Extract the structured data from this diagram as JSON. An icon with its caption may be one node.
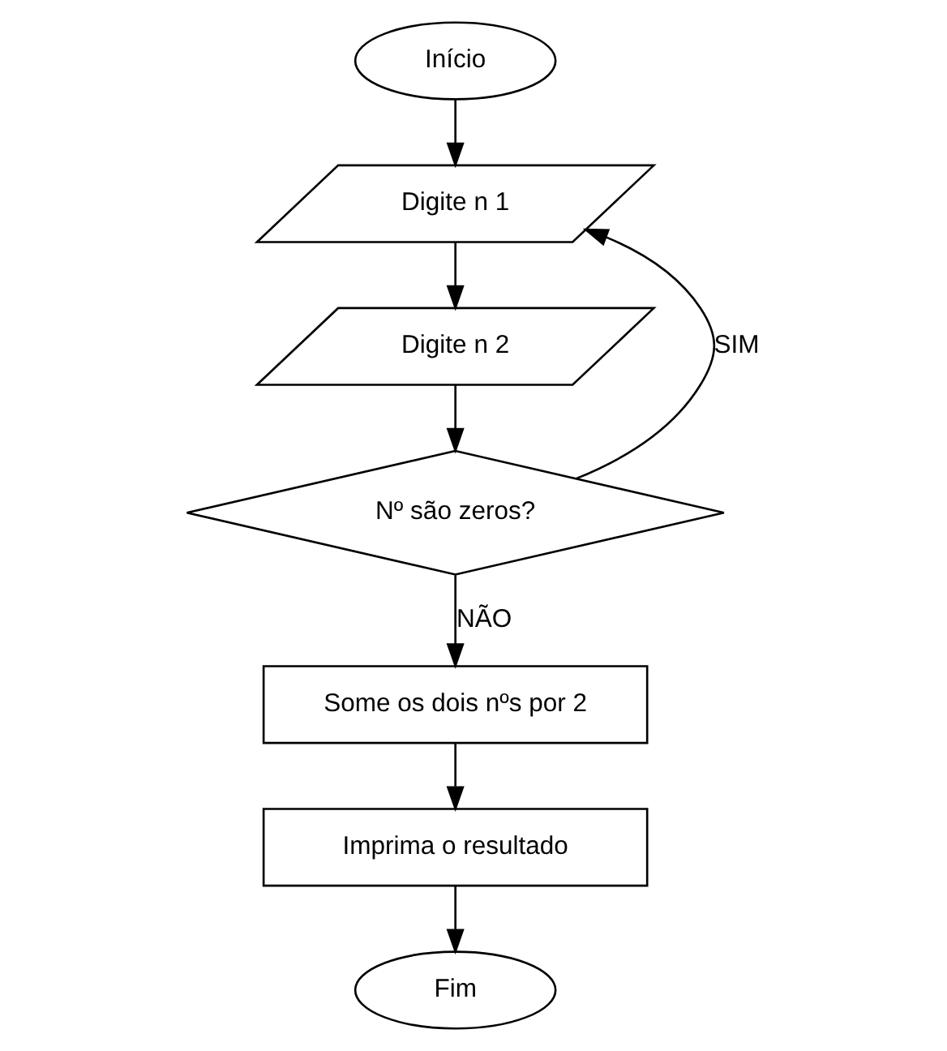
{
  "diagram": {
    "nodes": [
      {
        "text": [
          "Início"
        ]
      },
      {
        "text": [
          "Digite n 1"
        ]
      },
      {
        "text": [
          "Digite n 2"
        ]
      },
      {
        "text": [
          "Nº são zeros?"
        ]
      },
      {
        "text": [
          "Some os dois nºs por 2"
        ]
      },
      {
        "text": [
          "Imprima o resultado"
        ]
      },
      {
        "text": [
          "Fim"
        ]
      }
    ],
    "edges": [
      {
        "from": 0,
        "to": 1,
        "arrow": "to"
      },
      {
        "from": 1,
        "to": 2,
        "arrow": "to"
      },
      {
        "from": 2,
        "to": 3,
        "arrow": "to"
      },
      {
        "from": 3,
        "to": 1,
        "arrow": "to",
        "label": "SIM"
      },
      {
        "from": 3,
        "to": 4,
        "arrow": "to",
        "label": "NÃO"
      },
      {
        "from": 4,
        "to": 5,
        "arrow": "to"
      },
      {
        "from": 5,
        "to": 6,
        "arrow": "to"
      }
    ]
  }
}
